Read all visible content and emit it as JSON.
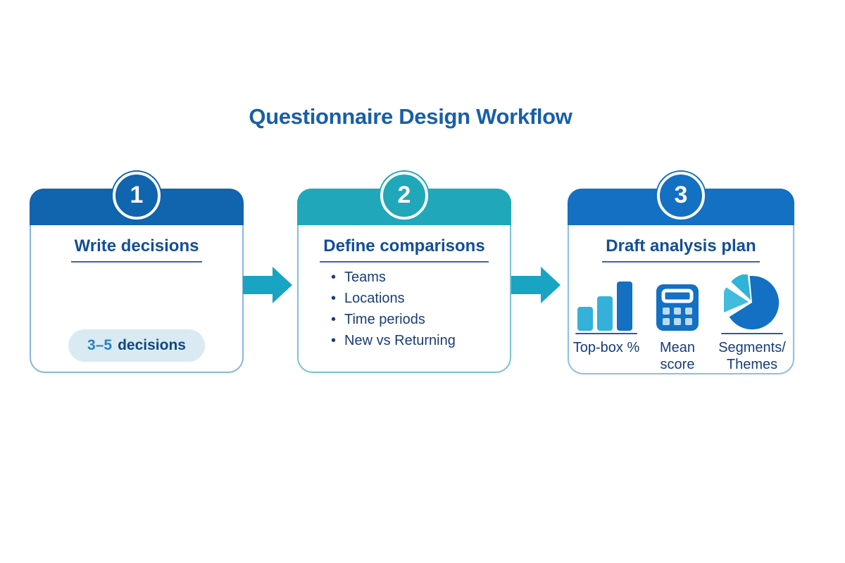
{
  "page": {
    "title": "Questionnaire Design Workflow"
  },
  "colors": {
    "title_text": "#175fa8",
    "step1_accent": "#1164ae",
    "step2_accent": "#20a8ba",
    "step3_accent": "#1370c3",
    "arrow": "#18a4c2",
    "card_title_text": "#134e96",
    "body_text": "#1b3c78",
    "pill_bg": "#d9eaf3",
    "pill_highlight": "#2c7fc0",
    "pill_text": "#12477e",
    "icon_light_blue": "#33b1d8",
    "icon_dark_blue": "#1370c3"
  },
  "steps": [
    {
      "number": "1",
      "title": "Write decisions",
      "badge": {
        "highlight": "3–5",
        "rest": "decisions"
      }
    },
    {
      "number": "2",
      "title": "Define comparisons",
      "bullets": [
        "Teams",
        "Locations",
        "Time periods",
        "New vs Returning"
      ]
    },
    {
      "number": "3",
      "title": "Draft analysis plan",
      "icons": [
        {
          "icon": "bar-chart-icon",
          "label": "Top-box %"
        },
        {
          "icon": "calculator-icon",
          "label": "Mean score"
        },
        {
          "icon": "pie-chart-icon",
          "label": "Segments/ Themes"
        }
      ]
    }
  ]
}
